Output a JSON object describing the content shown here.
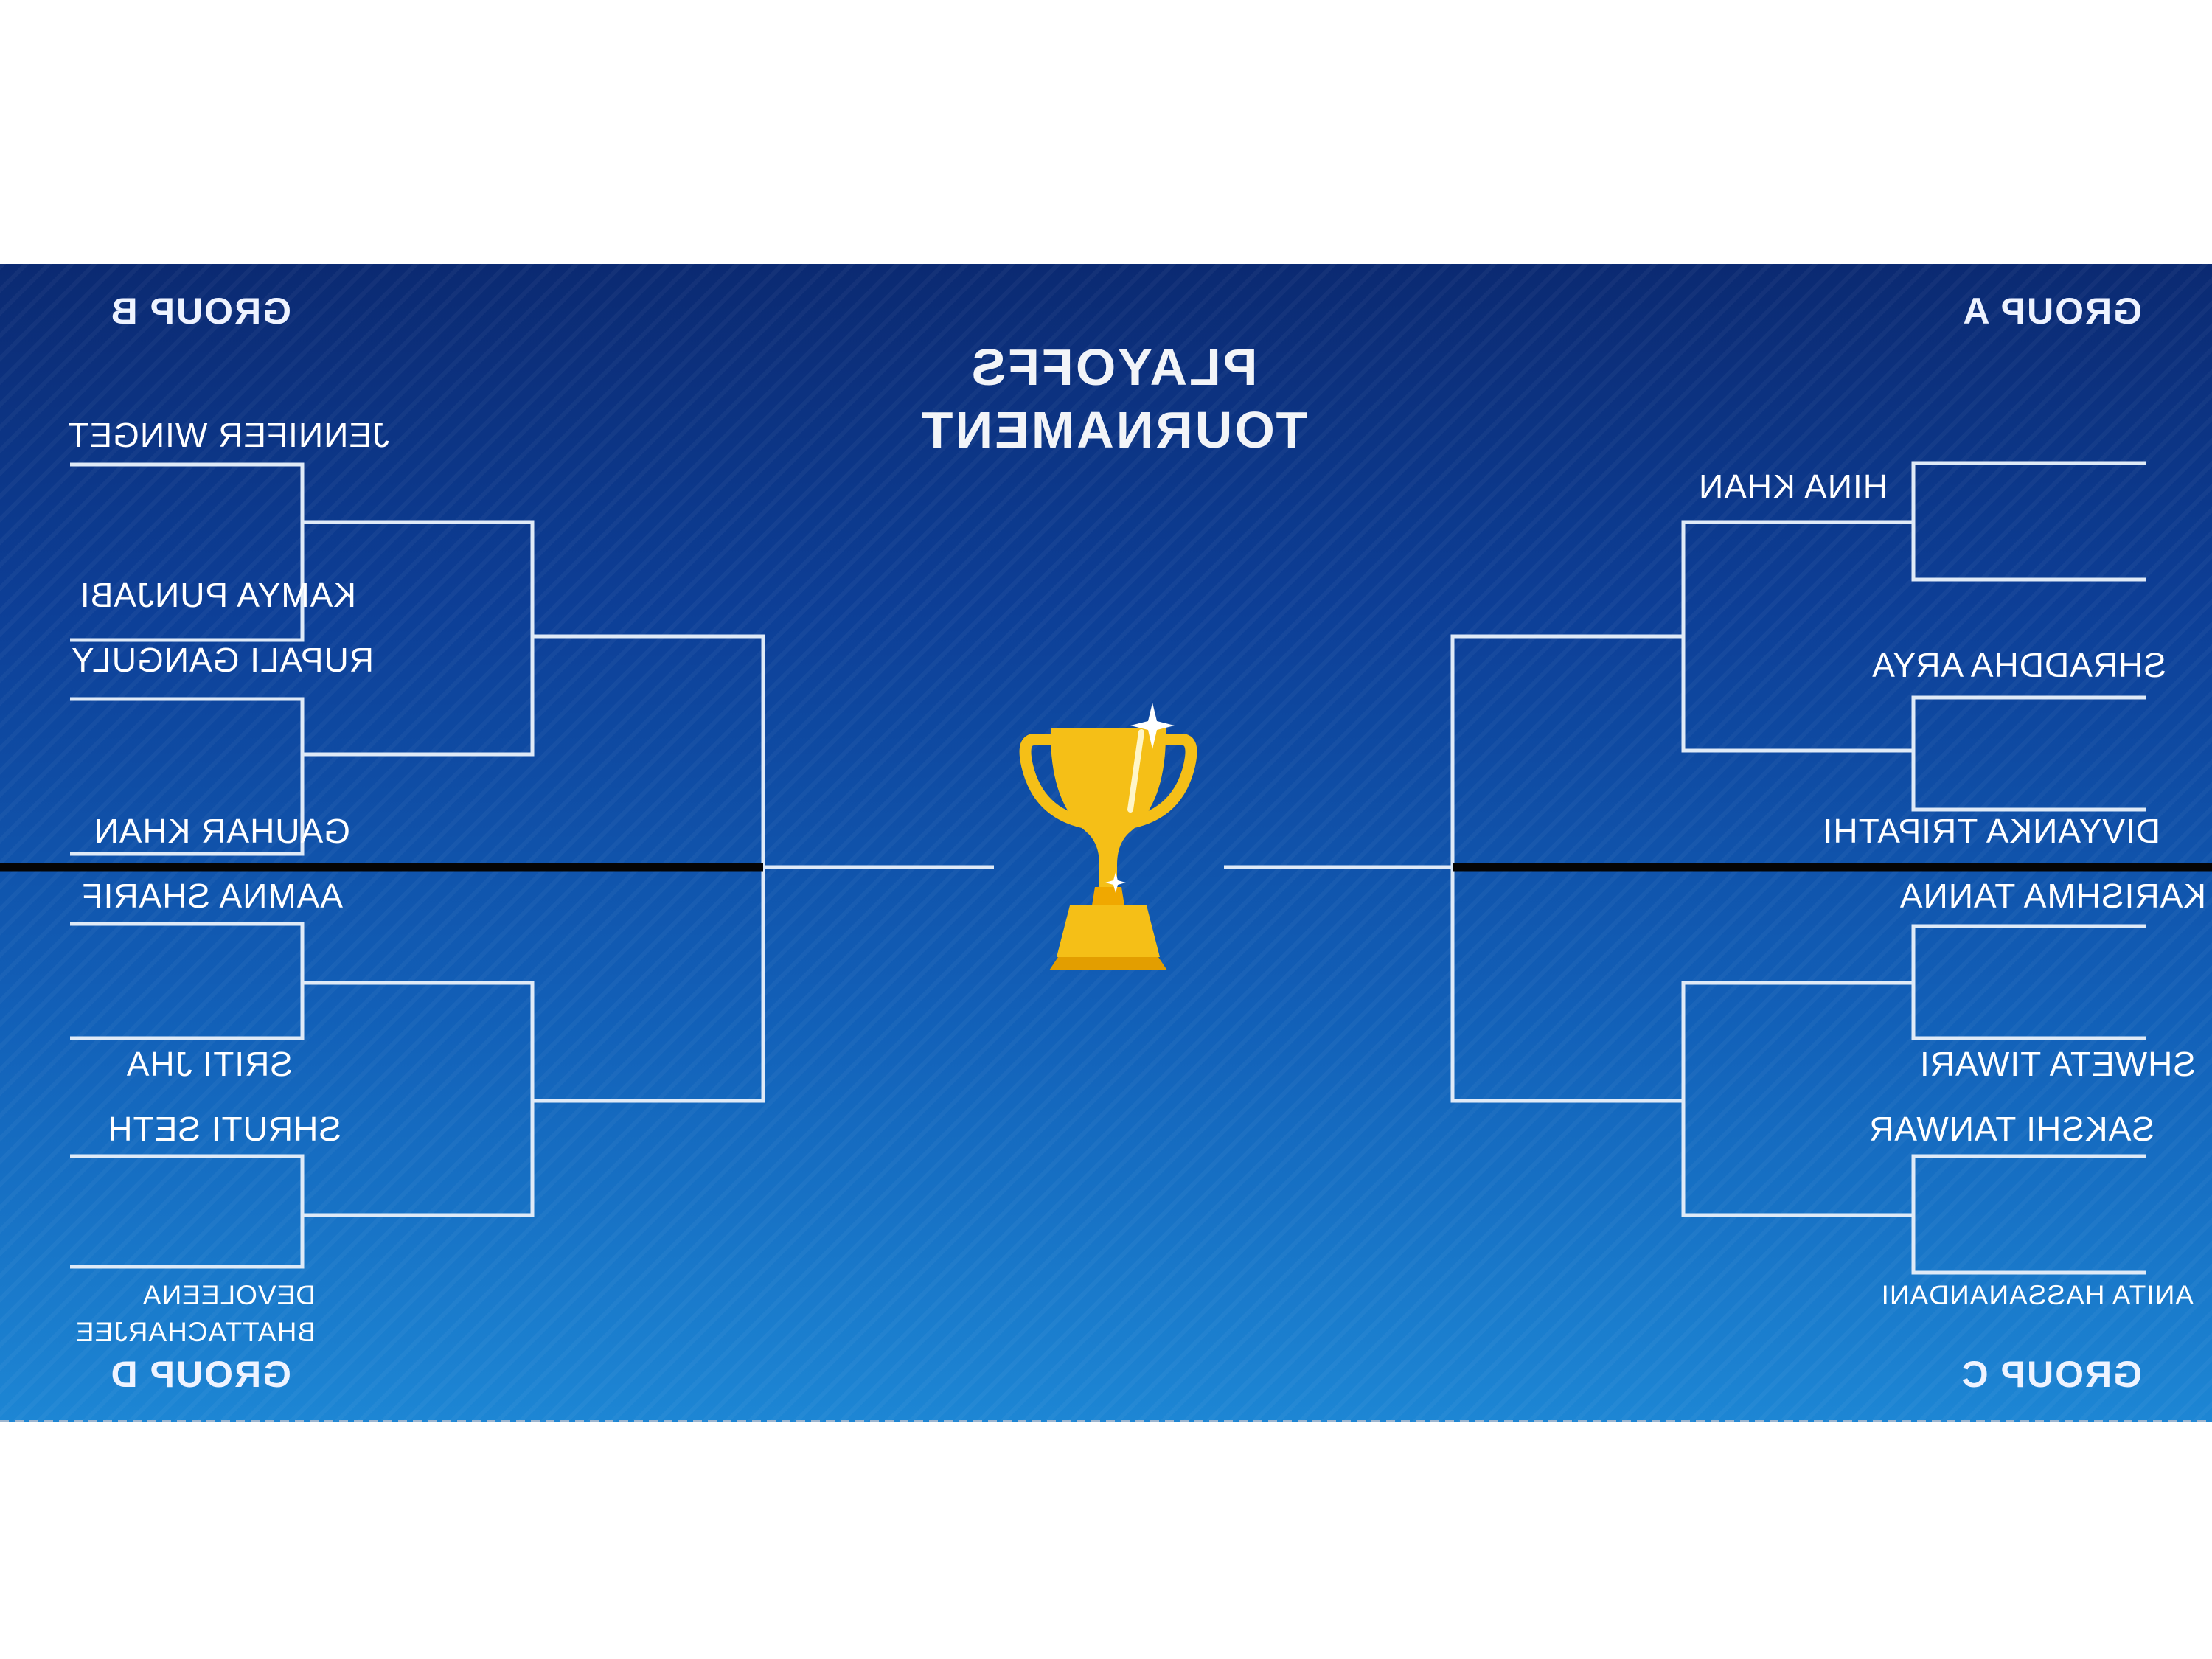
{
  "title": {
    "line1": "PLAYOFFS",
    "line2": "TOURNAMENT"
  },
  "groups": {
    "a": "GROUP A",
    "b": "GROUP B",
    "c": "GROUP C",
    "d": "GROUP D"
  },
  "players": {
    "group_a": [
      "HINA KHAN",
      "SHRADDHA ARYA",
      "DIVYANKA TRIPATHI"
    ],
    "group_b": [
      "JENNIFER WINGET",
      "KAMYA PUNJABI",
      "RUPALI GANGULY",
      "GAUHAR KHAN"
    ],
    "group_c": [
      "KARISHMA TANNA",
      "SHWETA TIWARI",
      "SAKSHI TANWAR",
      "ANITA HASSANANDANI"
    ],
    "group_d": [
      "AAMNA SHARIF",
      "SRITI JHA",
      "SHRUTI SETH",
      "DEVOLEENA",
      "BHATTACHARJEE"
    ]
  },
  "icons": {
    "trophy": "trophy-icon"
  },
  "colors": {
    "board_top": "#0b2a72",
    "board_bottom": "#1d86d4",
    "lines": "#dfeaf7",
    "divider": "#050505",
    "trophy": "#f5bf17"
  }
}
